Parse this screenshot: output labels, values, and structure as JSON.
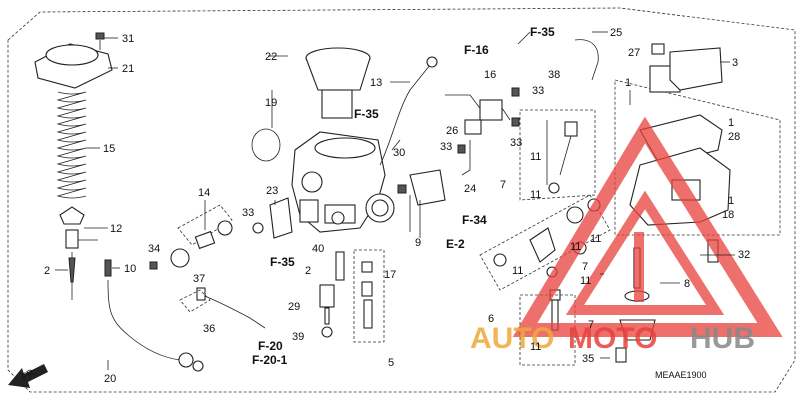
{
  "callouts": {
    "c1": "1",
    "c2": "2",
    "c3": "3",
    "c5": "5",
    "c6": "6",
    "c7": "7",
    "c8": "8",
    "c9": "9",
    "c10": "10",
    "c11": "11",
    "c12": "12",
    "c13": "13",
    "c14": "14",
    "c15": "15",
    "c16": "16",
    "c17": "17",
    "c18": "18",
    "c19": "19",
    "c20": "20",
    "c21": "21",
    "c22": "22",
    "c23": "23",
    "c24": "24",
    "c25": "25",
    "c26": "26",
    "c27": "27",
    "c28": "28",
    "c29": "29",
    "c30": "30",
    "c31": "31",
    "c32": "32",
    "c33": "33",
    "c34": "34",
    "c35": "35",
    "c36": "36",
    "c37": "37",
    "c38": "38",
    "c39": "39",
    "c40": "40"
  },
  "refs": {
    "f16": "F-16",
    "f35": "F-35",
    "f34": "F-34",
    "e2": "E-2",
    "f20": "F-20",
    "f201": "F-20-1"
  },
  "direction_label": "FR.",
  "diagram_code": "MEAAE1900",
  "watermark": {
    "part1": "AUTO",
    "part2": "MOTO",
    "part3": "HUB",
    "color": "#e8413b"
  }
}
